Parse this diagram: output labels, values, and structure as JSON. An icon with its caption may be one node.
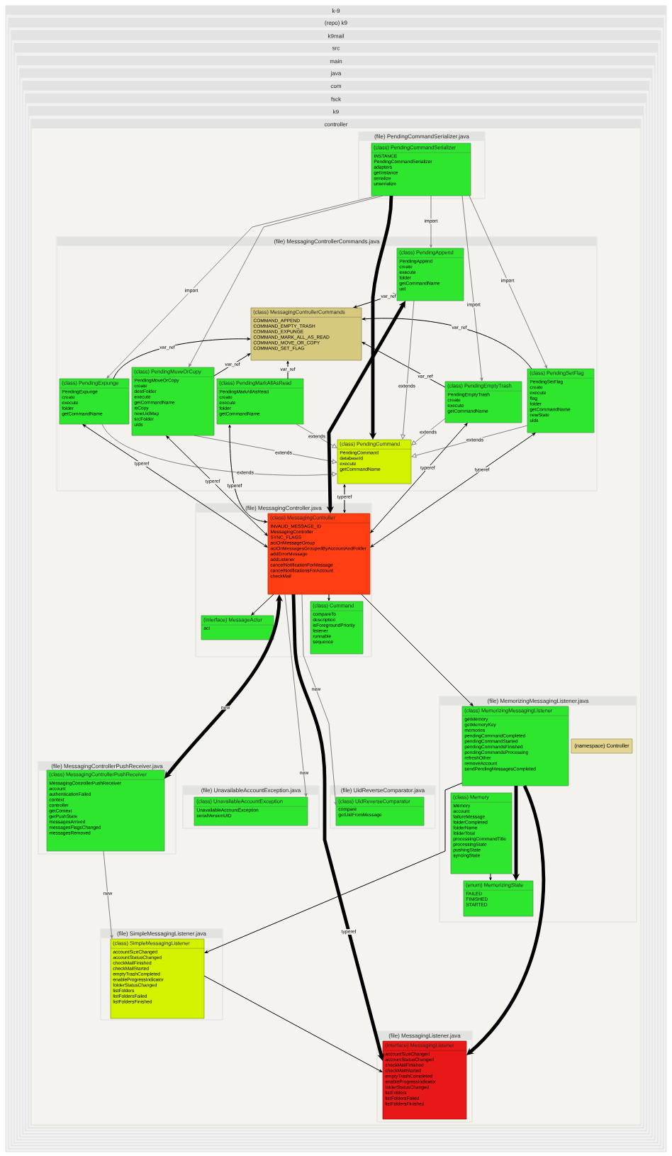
{
  "diagram": {
    "nodes": [
      {
        "text": [
          "k-9"
        ]
      },
      {
        "text": [
          "(repo) k9"
        ],
        "in": 0
      },
      {
        "text": [
          "k9mail"
        ],
        "in": 1
      },
      {
        "text": [
          "src"
        ],
        "in": 2
      },
      {
        "text": [
          "main"
        ],
        "in": 3
      },
      {
        "text": [
          "java"
        ],
        "in": 4
      },
      {
        "text": [
          "com"
        ],
        "in": 5
      },
      {
        "text": [
          "fsck"
        ],
        "in": 6
      },
      {
        "text": [
          "k9"
        ],
        "in": 7
      },
      {
        "text": [
          "controller"
        ],
        "in": 8
      },
      {
        "text": [
          "(file) PendingCommandSerializer.java"
        ],
        "in": 9
      },
      {
        "text": [
          "(class) PendingCommandSerializer",
          "INSTANCE",
          "PendingCommandSerializer",
          "adapters",
          "getInstance",
          "serialize",
          "unserialize"
        ],
        "in": 10
      },
      {
        "text": [
          "(file) MessagingControllerCommands.java"
        ],
        "in": 9
      },
      {
        "text": [
          "(class) PendingAppend",
          "PendingAppend",
          "create",
          "execute",
          "folder",
          "getCommandName",
          "uid"
        ],
        "in": 12
      },
      {
        "text": [
          "(class) MessagingControllerCommands",
          "COMMAND_APPEND",
          "COMMAND_EMPTY_TRASH",
          "COMMAND_EXPUNGE",
          "COMMAND_MARK_ALL_AS_READ",
          "COMMAND_MOVE_OR_COPY",
          "COMMAND_SET_FLAG"
        ],
        "in": 12
      },
      {
        "text": [
          "(class) PendingExpunge",
          "PendingExpunge",
          "create",
          "execute",
          "folder",
          "getCommandName"
        ],
        "in": 12
      },
      {
        "text": [
          "(class) PendingMoveOrCopy",
          "PendingMoveOrCopy",
          "create",
          "destFolder",
          "execute",
          "getCommandName",
          "isCopy",
          "newUidMap",
          "srcFolder",
          "uids"
        ],
        "in": 12
      },
      {
        "text": [
          "(class) PendingMarkAllAsRead",
          "PendingMarkAllAsRead",
          "create",
          "execute",
          "folder",
          "getCommandName"
        ],
        "in": 12
      },
      {
        "text": [
          "(class) PendingEmptyTrash",
          "PendingEmptyTrash",
          "create",
          "execute",
          "getCommandName"
        ],
        "in": 12
      },
      {
        "text": [
          "(class) PendingSetFlag",
          "PendingSetFlag",
          "create",
          "execute",
          "flag",
          "folder",
          "getCommandName",
          "newState",
          "uids"
        ],
        "in": 12
      },
      {
        "text": [
          "(class) PendingCommand",
          "PendingCommand",
          "databaseId",
          "execute",
          "getCommandName"
        ],
        "in": 12
      },
      {
        "text": [
          "(file) MessagingController.java"
        ],
        "in": 9
      },
      {
        "text": [
          "(class) MessagingController",
          "INVALID_MESSAGE_ID",
          "MessagingController",
          "SYNC_FLAGS",
          "actOnMessageGroup",
          "actOnMessagesGroupedByAccountAndFolder",
          "addErrorMessage",
          "addListener",
          "cancelNotificationForMessage",
          "cancelNotificationsForAccount",
          "checkMail"
        ],
        "in": 21
      },
      {
        "text": [
          "(interface) MessageActor",
          "act"
        ],
        "in": 21
      },
      {
        "text": [
          "(class) Command",
          "compareTo",
          "description",
          "isForegroundPriority",
          "listener",
          "runnable",
          "sequence"
        ],
        "in": 21
      },
      {
        "text": [
          "(file) MemorizingMessagingListener.java"
        ],
        "in": 9
      },
      {
        "text": [
          "(class) MemorizingMessagingListener",
          "getMemory",
          "getMemoryKey",
          "memories",
          "pendingCommandCompleted",
          "pendingCommandStarted",
          "pendingCommandsFinished",
          "pendingCommandsProcessing",
          "refreshOther",
          "removeAccount",
          "sendPendingMessagesCompleted"
        ],
        "in": 25
      },
      {
        "text": [
          "(namespace) Controller"
        ],
        "in": 25
      },
      {
        "text": [
          "(class) Memory",
          "Memory",
          "account",
          "failureMessage",
          "folderCompleted",
          "folderName",
          "folderTotal",
          "processingCommandTitle",
          "processingState",
          "pushingState",
          "syncingState"
        ],
        "in": 25
      },
      {
        "text": [
          "(enum) MemorizingState",
          "FAILED",
          "FINISHED",
          "STARTED"
        ],
        "in": 25
      },
      {
        "text": [
          "(file) MessagingControllerPushReceiver.java"
        ],
        "in": 9
      },
      {
        "text": [
          "(class) MessagingControllerPushReceiver",
          "MessagingControllerPushReceiver",
          "account",
          "authenticationFailed",
          "context",
          "controller",
          "getContext",
          "getPushState",
          "messagesArrived",
          "messagesFlagsChanged",
          "messagesRemoved"
        ],
        "in": 30
      },
      {
        "text": [
          "(file) UnavailableAccountException.java"
        ],
        "in": 9
      },
      {
        "text": [
          "(class) UnavailableAccountException",
          "UnavailableAccountException",
          "serialVersionUID"
        ],
        "in": 32
      },
      {
        "text": [
          "(file) UidReverseComparator.java"
        ],
        "in": 9
      },
      {
        "text": [
          "(class) UidReverseComparator",
          "compare",
          "getUidFromMessage"
        ],
        "in": 34
      },
      {
        "text": [
          "(file) SimpleMessagingListener.java"
        ],
        "in": 9
      },
      {
        "text": [
          "(class) SimpleMessagingListener",
          "accountSizeChanged",
          "accountStatusChanged",
          "checkMailFinished",
          "checkMailStarted",
          "emptyTrashCompleted",
          "enableProgressIndicator",
          "folderStatusChanged",
          "listFolders",
          "listFoldersFailed",
          "listFoldersFinished"
        ],
        "in": 36
      },
      {
        "text": [
          "(file) MessagingListener.java"
        ],
        "in": 9
      },
      {
        "text": [
          "(interface) MessagingListener",
          "accountSizeChanged",
          "accountStatusChanged",
          "checkMailFinished",
          "checkMailStarted",
          "emptyTrashCompleted",
          "enableProgressIndicator",
          "folderStatusChanged",
          "listFolders",
          "listFoldersFailed",
          "listFoldersFinished"
        ],
        "in": 38
      }
    ],
    "edges": [
      {
        "from": 11,
        "to": 15,
        "arrow": "to",
        "label": "import",
        "color": "#808080"
      },
      {
        "from": 11,
        "to": 16,
        "arrow": "to",
        "color": "#808080"
      },
      {
        "from": 11,
        "to": 13,
        "arrow": "to",
        "label": "import",
        "color": "#808080"
      },
      {
        "from": 11,
        "to": 18,
        "arrow": "to",
        "label": "import",
        "color": "#808080"
      },
      {
        "from": 11,
        "to": 19,
        "arrow": "to",
        "label": "import",
        "color": "#808080"
      },
      {
        "from": 11,
        "to": 20,
        "arrow": "to",
        "style": "thick"
      },
      {
        "from": 13,
        "to": 14,
        "arrow": "both",
        "label": "var_ref"
      },
      {
        "from": 15,
        "to": 14,
        "arrow": "to",
        "label": "var_ref"
      },
      {
        "from": 16,
        "to": 14,
        "arrow": "to",
        "label": "var_ref"
      },
      {
        "from": 17,
        "to": 14,
        "arrow": "to",
        "label": "var_ref"
      },
      {
        "from": 18,
        "to": 14,
        "arrow": "to",
        "label": "var_ref"
      },
      {
        "from": 19,
        "to": 14,
        "arrow": "to",
        "label": "var_ref"
      },
      {
        "from": 15,
        "to": 20,
        "arrow": "to",
        "label": "extends",
        "color": "#808080"
      },
      {
        "from": 16,
        "to": 20,
        "arrow": "to",
        "label": "extends",
        "color": "#808080"
      },
      {
        "from": 17,
        "to": 20,
        "arrow": "to",
        "label": "extends",
        "color": "#808080"
      },
      {
        "from": 13,
        "to": 20,
        "arrow": "to",
        "label": "extends",
        "color": "#808080"
      },
      {
        "from": 18,
        "to": 20,
        "arrow": "to",
        "label": "extends",
        "color": "#808080"
      },
      {
        "from": 19,
        "to": 20,
        "arrow": "to",
        "label": "extends",
        "color": "#808080"
      },
      {
        "from": 22,
        "to": 15,
        "arrow": "both",
        "label": "typeref"
      },
      {
        "from": 22,
        "to": 16,
        "arrow": "both",
        "label": "typeref"
      },
      {
        "from": 22,
        "to": 17,
        "arrow": "both",
        "label": "typeref"
      },
      {
        "from": 22,
        "to": 13,
        "arrow": "both",
        "style": "thick"
      },
      {
        "from": 22,
        "to": 20,
        "arrow": "both",
        "label": "typeref"
      },
      {
        "from": 22,
        "to": 18,
        "arrow": "both",
        "label": "typeref"
      },
      {
        "from": 22,
        "to": 19,
        "arrow": "both",
        "label": "typeref"
      },
      {
        "from": 22,
        "to": 23,
        "arrow": "to"
      },
      {
        "from": 22,
        "to": 24,
        "arrow": "to"
      },
      {
        "from": 22,
        "to": 26,
        "arrow": "to"
      },
      {
        "from": 22,
        "to": 31,
        "arrow": "both",
        "label": "new",
        "style": "thick"
      },
      {
        "from": 22,
        "to": 33,
        "arrow": "to",
        "label": "new",
        "color": "#808080"
      },
      {
        "from": 22,
        "to": 35,
        "arrow": "to",
        "label": "new",
        "color": "#808080"
      },
      {
        "from": 22,
        "to": 39,
        "arrow": "to",
        "label": "typeref",
        "style": "thick"
      },
      {
        "from": 26,
        "to": 39,
        "arrow": "to",
        "style": "thick"
      },
      {
        "from": 26,
        "to": 29,
        "arrow": "to",
        "style": "thick"
      },
      {
        "from": 28,
        "to": 29,
        "arrow": "to"
      },
      {
        "from": 26,
        "to": 37,
        "arrow": "to"
      },
      {
        "from": 37,
        "to": 39,
        "arrow": "to"
      },
      {
        "from": 31,
        "to": 37,
        "arrow": "to",
        "label": "new",
        "color": "#808080"
      }
    ]
  }
}
